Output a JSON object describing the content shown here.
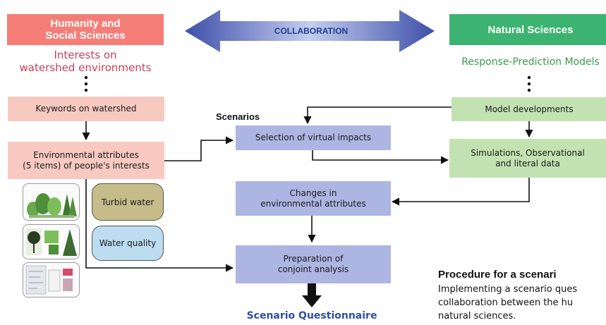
{
  "headers": {
    "humanity": "Humanity and\nSocial  Sciences",
    "natural": "Natural Sciences",
    "collaboration": "COLLABORATION"
  },
  "left": {
    "interests": "Interests on\nwatershed environments",
    "keywords": "Keywords on watershed",
    "attributes": "Environmental attributes\n(5 items) of people's interests"
  },
  "right": {
    "models": "Response-Prediction Models",
    "developments": "Model developments",
    "simulations": "Simulations, Observational\nand literal data"
  },
  "center": {
    "scenarios": "Scenarios",
    "selection": "Selection of virtual impacts",
    "changes": "Changes in\nenvironmental attributes",
    "preparation": "Preparation of\nconjoint analysis",
    "questionnaire": "Scenario Questionnaire"
  },
  "attribute_examples": {
    "turbid": "Turbid water",
    "quality": "Water quality"
  },
  "caption": {
    "title": "Procedure for a scenari",
    "body": "Implementing a scenario ques\ncollaboration between the hu\nnatural sciences."
  },
  "icons": [
    "forest-thumbnail",
    "plants-thumbnail",
    "map-thumbnail"
  ],
  "colors": {
    "humanity_header": "#f47d78",
    "natural_header": "#3cb371",
    "interests_text": "#c8405a",
    "models_text": "#3c9a52",
    "center_box": "#adb5e3",
    "left_box": "#f8c9c1",
    "right_box": "#c3e2b2",
    "collaboration_text": "#1f3f8c",
    "questionnaire_text": "#2f4f9e"
  }
}
